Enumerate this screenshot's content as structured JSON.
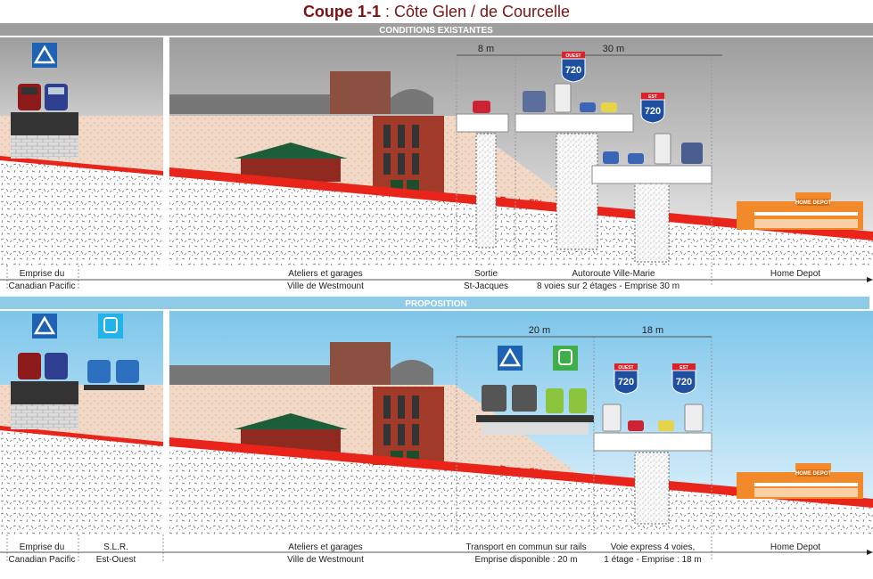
{
  "title": {
    "bold": "Coupe 1-1",
    "rest": " : Côte Glen / de Courcelle"
  },
  "existing": {
    "band": "CONDITIONS EXISTANTES",
    "dims": [
      "8 m",
      "30 m"
    ],
    "shield_top": "OUEST",
    "shield_top_num": "720",
    "shield_right": "EST",
    "shield_right_num": "720",
    "pente": "Pente 5%",
    "store": "HOME DEPOT",
    "labels": [
      [
        "Emprise du",
        "Canadian Pacific"
      ],
      [
        "Ateliers et garages",
        "Ville de Westmount"
      ],
      [
        "Sortie",
        "St-Jacques"
      ],
      [
        "Autoroute Ville-Marie",
        "8 voies sur 2 étages - Emprise 30 m"
      ],
      [
        "Home Depot",
        ""
      ]
    ]
  },
  "proposal": {
    "band": "PROPOSITION",
    "dims": [
      "20 m",
      "18 m"
    ],
    "shield_left": "OUEST",
    "shield_left_num": "720",
    "shield_right": "EST",
    "shield_right_num": "720",
    "pente": "Pente 5%",
    "store": "HOME DEPOT",
    "labels": [
      [
        "Emprise du",
        "Canadian Pacific"
      ],
      [
        "S.L.R.",
        "Est-Ouest"
      ],
      [
        "Ateliers et garages",
        "Ville de Westmount"
      ],
      [
        "Transport en commun sur rails",
        "Emprise disponible : 20 m"
      ],
      [
        "Voie express 4 voies,",
        "1 étage - Emprise : 18 m"
      ],
      [
        "Home Depot",
        ""
      ]
    ]
  },
  "colors": {
    "band": "#9e9e9e",
    "band_blue": "#8ecbe8",
    "pente": "#e8241b",
    "sky_grey": "#cfcfcf",
    "sky_blue": "#a6dcf2",
    "shield_blue": "#1e4fa0",
    "shield_red": "#d8232a",
    "title": "#7a1414"
  }
}
